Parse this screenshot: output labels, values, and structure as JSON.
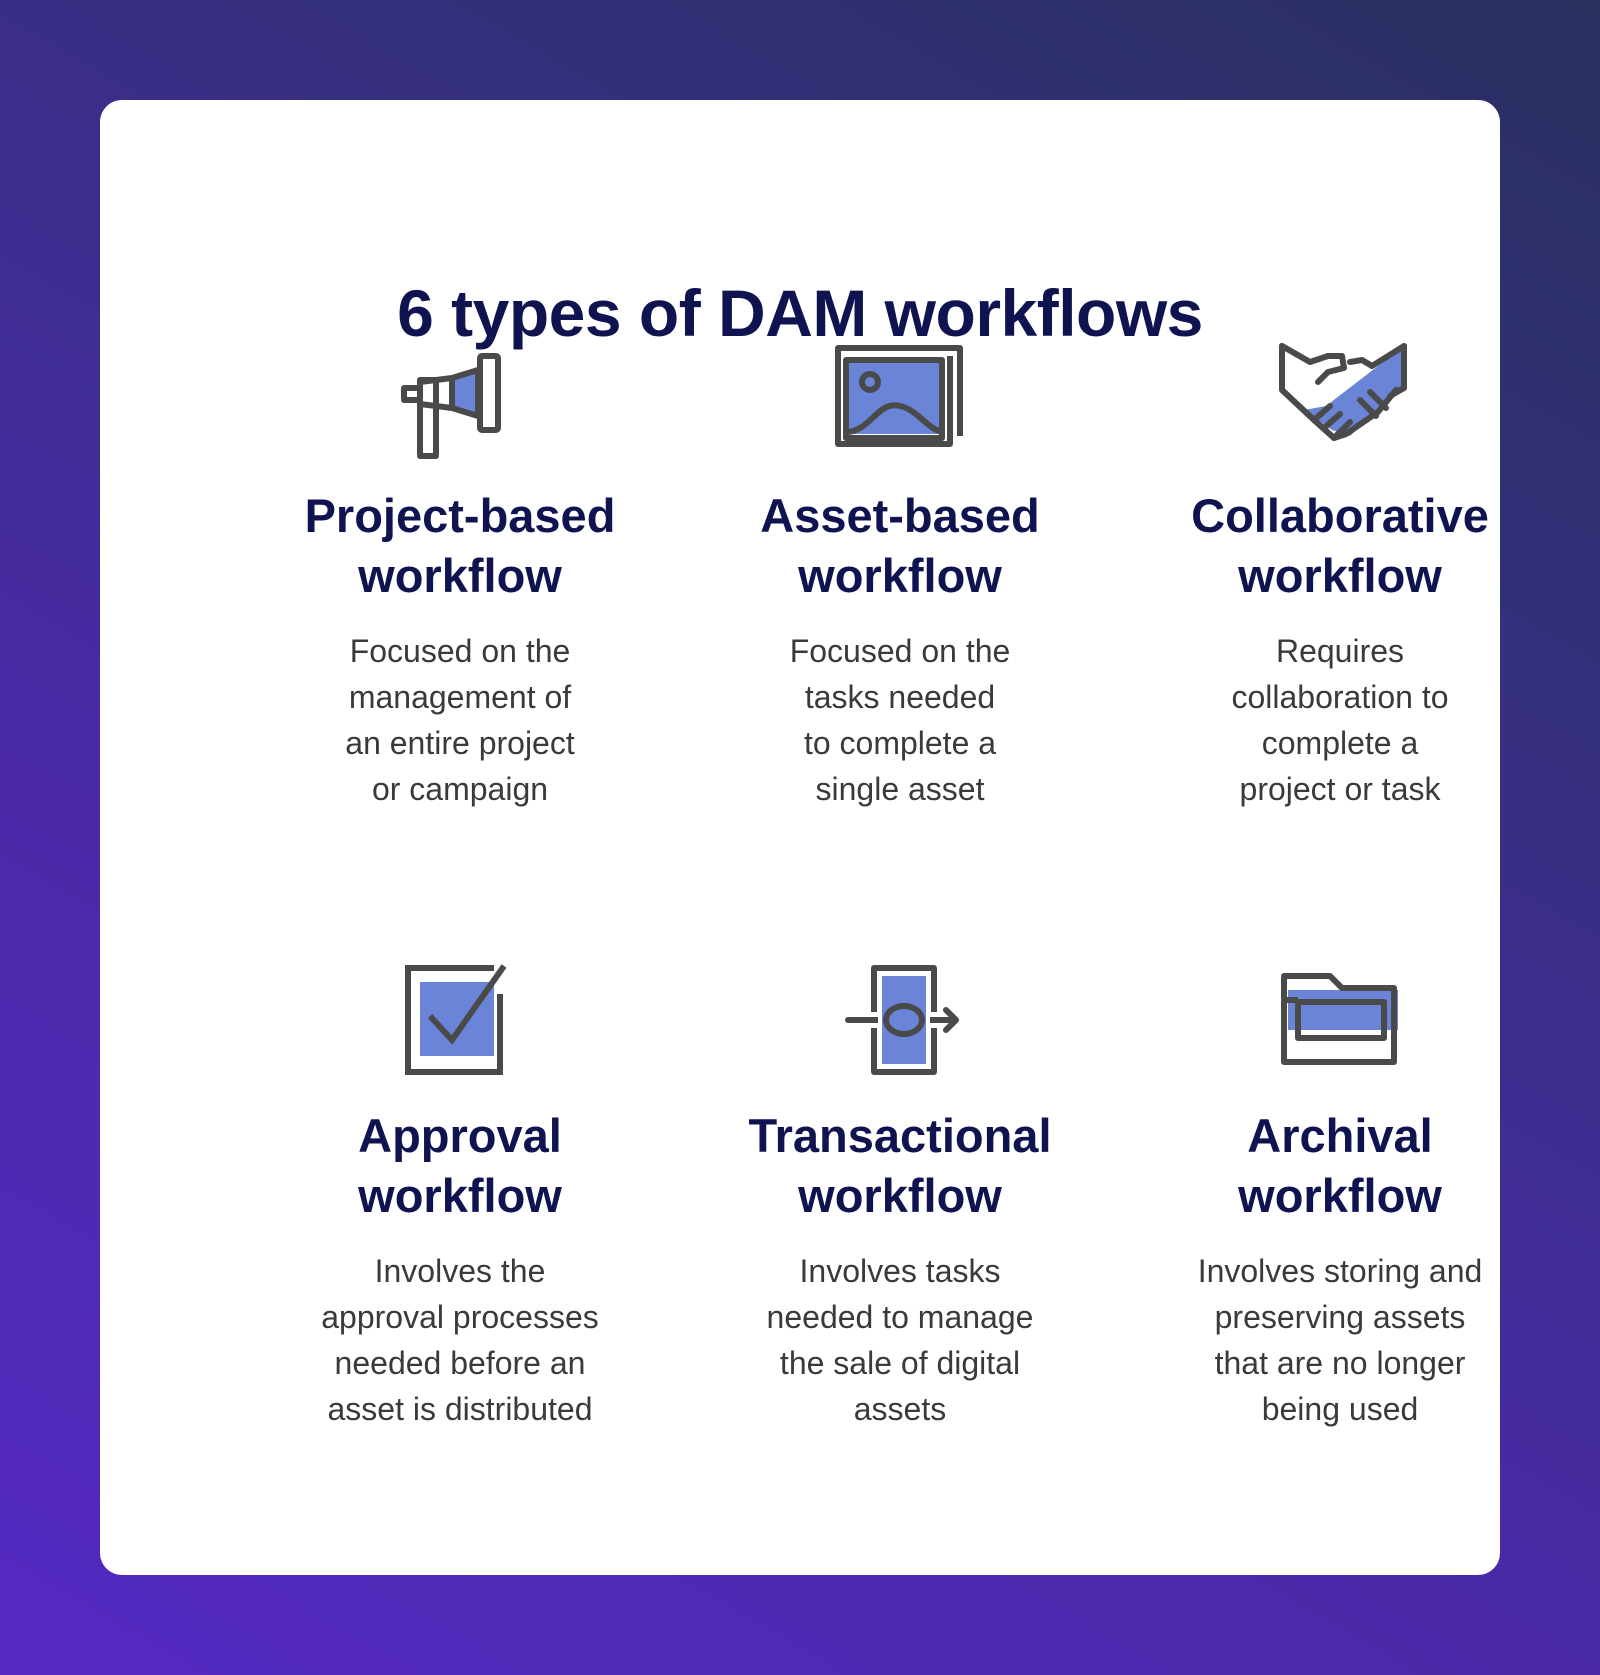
{
  "title": "6 types of DAM workflows",
  "colors": {
    "accent": "#6a85d8",
    "stroke": "#4a4a4a",
    "heading": "#0f1450",
    "body": "#3a3a3a",
    "background_start": "#5429c2",
    "background_end": "#2a2f5e"
  },
  "items": [
    {
      "icon": "megaphone-icon",
      "title_lines": [
        "Project-based",
        "workflow"
      ],
      "desc_lines": [
        "Focused on the",
        "management of",
        "an entire project",
        "or campaign"
      ]
    },
    {
      "icon": "image-stack-icon",
      "title_lines": [
        "Asset-based",
        "workflow"
      ],
      "desc_lines": [
        "Focused on the",
        "tasks needed",
        "to complete a",
        "single asset"
      ]
    },
    {
      "icon": "handshake-icon",
      "title_lines": [
        "Collaborative",
        "workflow"
      ],
      "desc_lines": [
        "Requires",
        "collaboration to",
        "complete a",
        "project or task"
      ]
    },
    {
      "icon": "checkbox-icon",
      "title_lines": [
        "Approval",
        "workflow"
      ],
      "desc_lines": [
        "Involves the",
        "approval processes",
        "needed before an",
        "asset is distributed"
      ]
    },
    {
      "icon": "money-transfer-icon",
      "title_lines": [
        "Transactional",
        "workflow"
      ],
      "desc_lines": [
        "Involves tasks",
        "needed to manage",
        "the sale of digital",
        "assets"
      ]
    },
    {
      "icon": "folder-icon",
      "title_lines": [
        "Archival",
        "workflow"
      ],
      "desc_lines": [
        "Involves storing and",
        "preserving assets",
        "that are no longer",
        "being used"
      ]
    }
  ]
}
